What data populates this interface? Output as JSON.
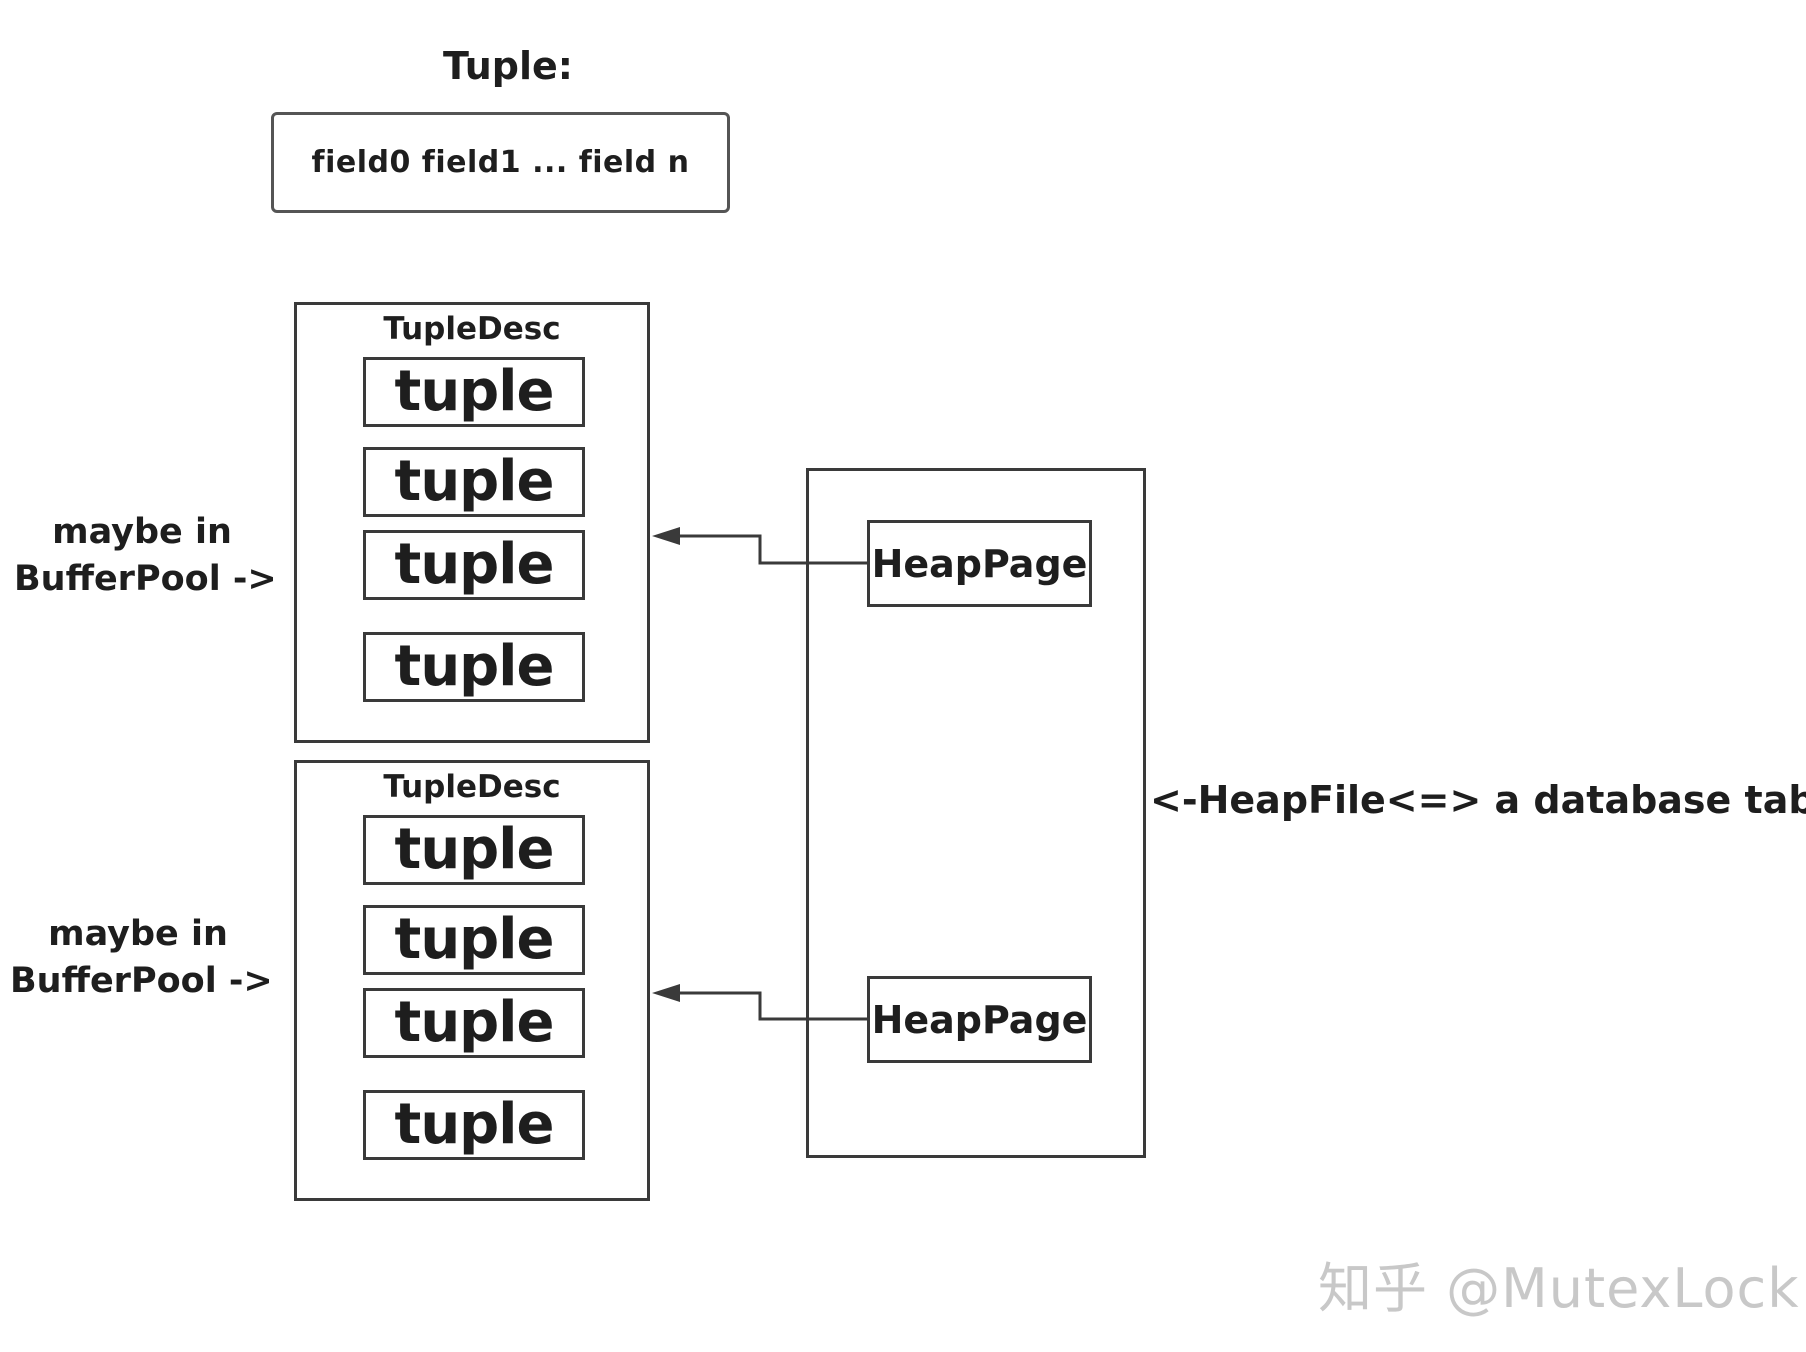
{
  "tuple": {
    "title": "Tuple:",
    "fields": "field0 field1 ... field n"
  },
  "pages": [
    {
      "desc_label": "TupleDesc",
      "tuples": [
        "tuple",
        "tuple",
        "tuple",
        "tuple"
      ],
      "side_label_line1": "maybe in",
      "side_label_line2": "BufferPool ->"
    },
    {
      "desc_label": "TupleDesc",
      "tuples": [
        "tuple",
        "tuple",
        "tuple",
        "tuple"
      ],
      "side_label_line1": "maybe in",
      "side_label_line2": "BufferPool ->"
    }
  ],
  "heapfile": {
    "heappages": [
      "HeapPage",
      "HeapPage"
    ],
    "label": "<-HeapFile<=> a database table"
  },
  "watermark": "知乎 @MutexLock"
}
